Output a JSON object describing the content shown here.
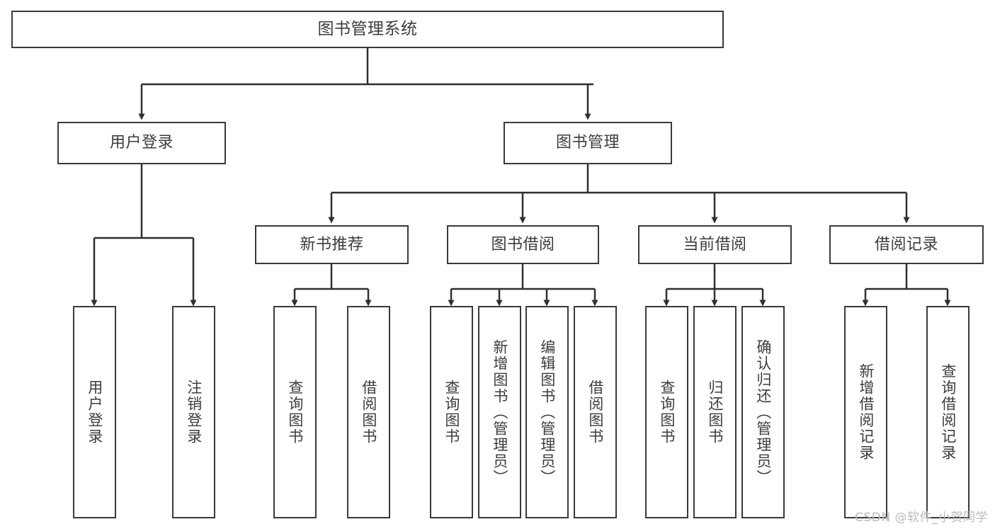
{
  "diagram": {
    "type": "tree-hierarchy-chart",
    "title": "图书管理系统",
    "watermark": "CSDN @软件_小贺同学",
    "nodes": {
      "root": {
        "label": "图书管理系统"
      },
      "level2": [
        {
          "id": "user-login",
          "label": "用户登录"
        },
        {
          "id": "book-manage",
          "label": "图书管理"
        }
      ],
      "level3": [
        {
          "id": "new-book-recommend",
          "label": "新书推荐"
        },
        {
          "id": "book-borrow",
          "label": "图书借阅"
        },
        {
          "id": "current-borrow",
          "label": "当前借阅"
        },
        {
          "id": "borrow-record",
          "label": "借阅记录"
        }
      ],
      "leaves": {
        "user_login": [
          {
            "id": "leaf-user-login",
            "label": "用户登录"
          },
          {
            "id": "leaf-logout-login",
            "label": "注销登录"
          }
        ],
        "new_book_recommend": [
          {
            "id": "leaf-query-book-1",
            "label": "查询图书"
          },
          {
            "id": "leaf-borrow-book-1",
            "label": "借阅图书"
          }
        ],
        "book_borrow": [
          {
            "id": "leaf-query-book-2",
            "label": "查询图书"
          },
          {
            "id": "leaf-add-book",
            "label": "新增图书（管理员）"
          },
          {
            "id": "leaf-edit-book",
            "label": "编辑图书（管理员）"
          },
          {
            "id": "leaf-borrow-book-2",
            "label": "借阅图书"
          }
        ],
        "current_borrow": [
          {
            "id": "leaf-query-book-3",
            "label": "查询图书"
          },
          {
            "id": "leaf-return-book",
            "label": "归还图书"
          },
          {
            "id": "leaf-confirm-return",
            "label": "确认归还（管理员）"
          }
        ],
        "borrow_record": [
          {
            "id": "leaf-add-record",
            "label": "新增借阅记录"
          },
          {
            "id": "leaf-query-record",
            "label": "查询借阅记录"
          }
        ]
      }
    },
    "colors": {
      "box_border": "#3a3a3a",
      "box_fill": "#ffffff",
      "text": "#3c3c3c",
      "connector": "#2f2f2f",
      "watermark": "#b9b9b9",
      "background": "#ffffff"
    }
  }
}
